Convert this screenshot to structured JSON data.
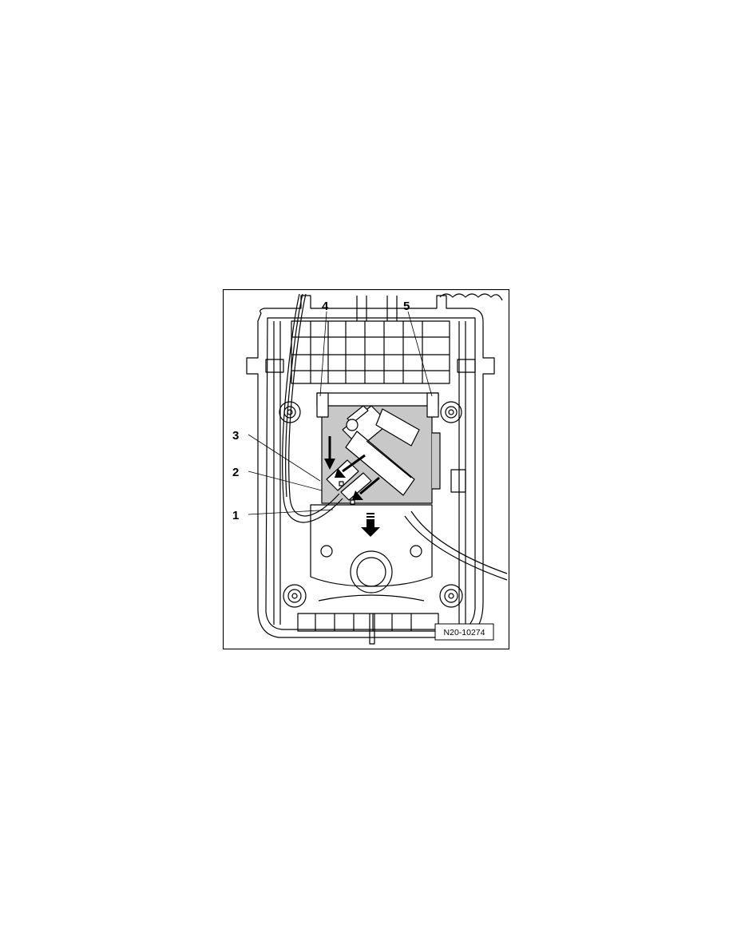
{
  "figure": {
    "callouts": [
      "1",
      "2",
      "3",
      "4",
      "5"
    ],
    "figure_id": "N20-10274"
  },
  "colors": {
    "line": "#000000",
    "shading": "#c8c8c8",
    "background": "#ffffff"
  }
}
